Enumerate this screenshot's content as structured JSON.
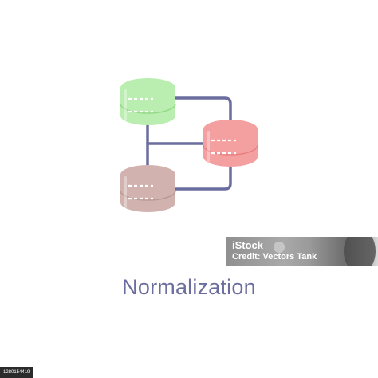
{
  "caption": {
    "text": "Normalization",
    "color": "#6b6d9e"
  },
  "illustration": {
    "icon": "database-normalization-icon",
    "colors": {
      "connector": "#6b6d9e",
      "db_green": "#b9eeb0",
      "db_green_dark": "#95d98a",
      "db_red": "#f5a0a0",
      "db_red_dark": "#ea7f80",
      "db_brown": "#d2b2ae",
      "db_brown_dark": "#bd9994",
      "dash": "#ffffff"
    }
  },
  "watermark": {
    "line1": "iStock",
    "line2": "Credit: Vectors Tank"
  },
  "footer": {
    "image_id": "1280154419"
  }
}
